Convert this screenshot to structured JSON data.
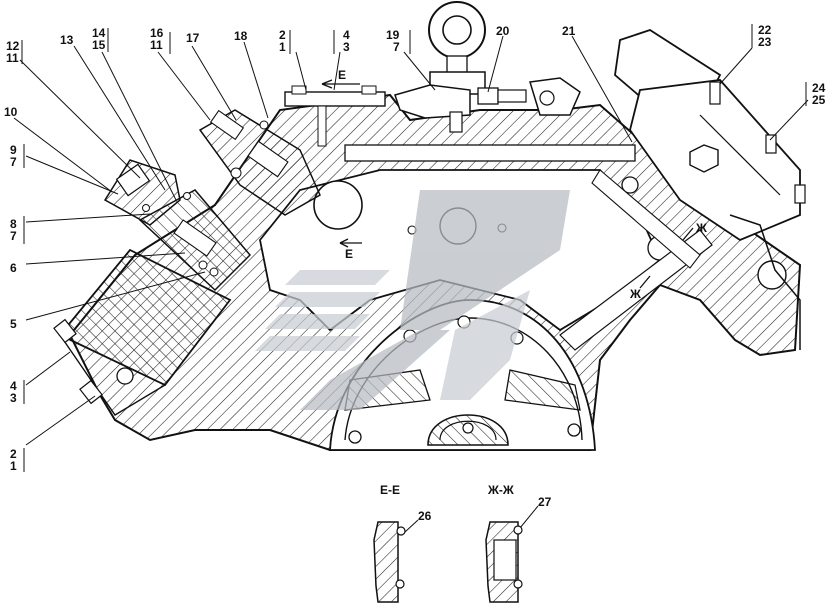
{
  "diagram": {
    "callouts": {
      "c12": "12",
      "c11a": "11",
      "c13": "13",
      "c14": "14",
      "c15": "15",
      "c16": "16",
      "c11b": "11",
      "c17": "17",
      "c18": "18",
      "c2top": "2",
      "c1top": "1",
      "c4top": "4",
      "c3top": "3",
      "c19": "19",
      "c7top": "7",
      "c20": "20",
      "c21": "21",
      "c22": "22",
      "c23": "23",
      "c24": "24",
      "c25": "25",
      "c10": "10",
      "c9": "9",
      "c7a": "7",
      "c8": "8",
      "c7b": "7",
      "c6": "6",
      "c5": "5",
      "c4": "4",
      "c3": "3",
      "c2": "2",
      "c1": "1",
      "c26": "26",
      "c27": "27"
    },
    "section_marks": {
      "e_top": "Е",
      "e_bottom": "Е",
      "zh_top": "Ж",
      "zh_bottom": "Ж"
    },
    "section_views": {
      "ee_title": "Е-Е",
      "zhzh_title": "Ж-Ж"
    },
    "watermark": {
      "colors": [
        "#c9cdd2",
        "#b7bcc2"
      ]
    }
  }
}
